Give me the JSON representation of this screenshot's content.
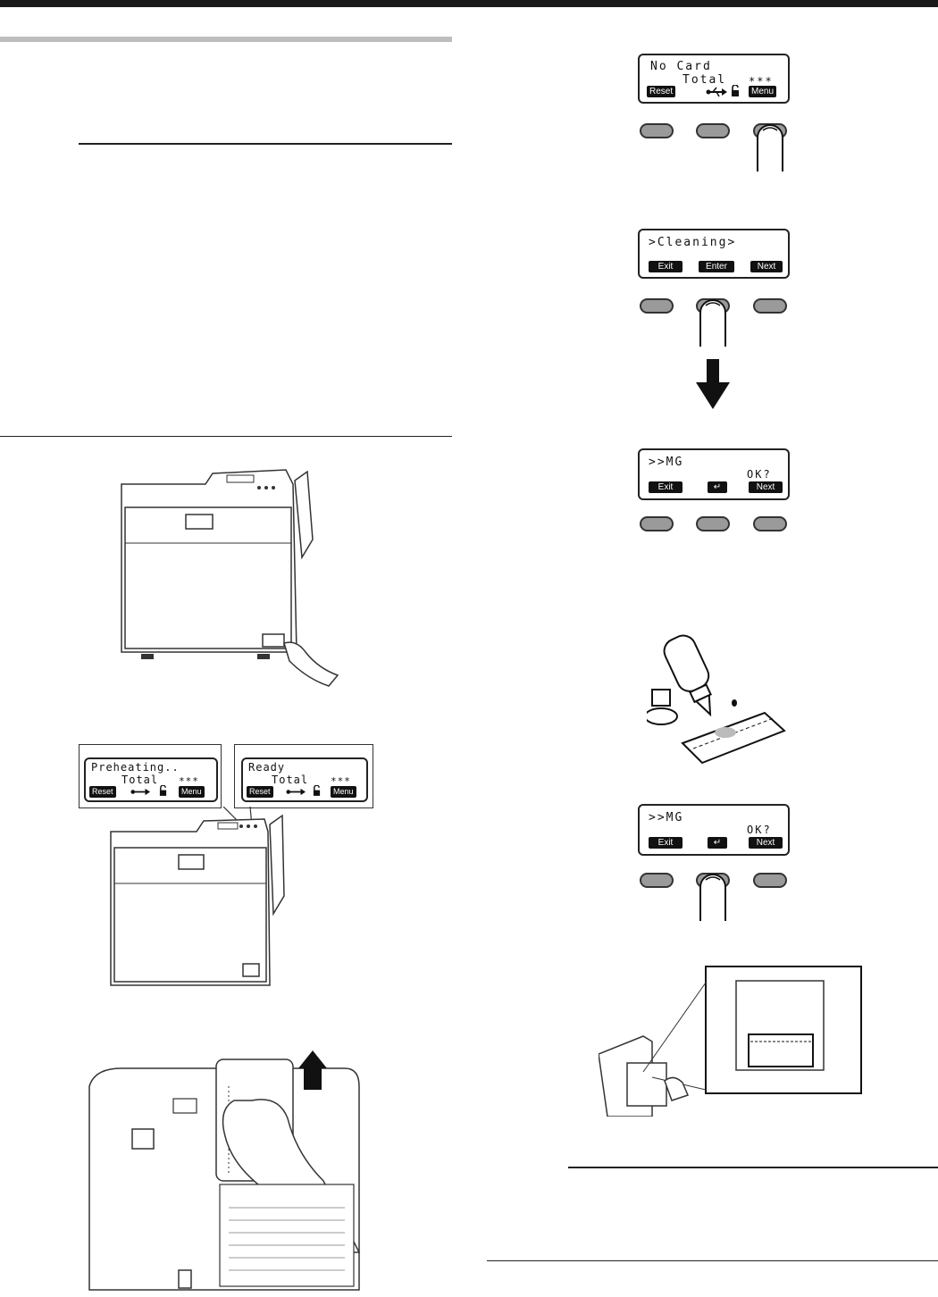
{
  "panels": {
    "no_card": {
      "line1": "No Card",
      "line2": "Total",
      "stars": "***",
      "soft_left": "Reset",
      "soft_right": "Menu"
    },
    "cleaning": {
      "line1": ">Cleaning>",
      "soft_left": "Exit",
      "soft_mid": "Enter",
      "soft_right": "Next"
    },
    "mg_1": {
      "line1": ">>MG",
      "ok": "OK?",
      "soft_left": "Exit",
      "soft_right": "Next"
    },
    "mg_2": {
      "line1": ">>MG",
      "ok": "OK?",
      "soft_left": "Exit",
      "soft_right": "Next"
    },
    "preheating": {
      "line1": "Preheating..",
      "line2": "Total",
      "stars": "***",
      "soft_left": "Reset",
      "soft_right": "Menu"
    },
    "ready": {
      "line1": "Ready",
      "line2": "Total",
      "stars": "***",
      "soft_left": "Reset",
      "soft_right": "Menu"
    }
  },
  "icons": {
    "usb": "usb-icon",
    "lock": "unlock-icon",
    "enter": "return-arrow-icon",
    "down_arrow": "arrow-down-icon",
    "up_arrow": "arrow-up-icon"
  },
  "colors": {
    "lcd_button": "#9a9a9a",
    "soft_key": "#111111",
    "rule": "#222222"
  }
}
